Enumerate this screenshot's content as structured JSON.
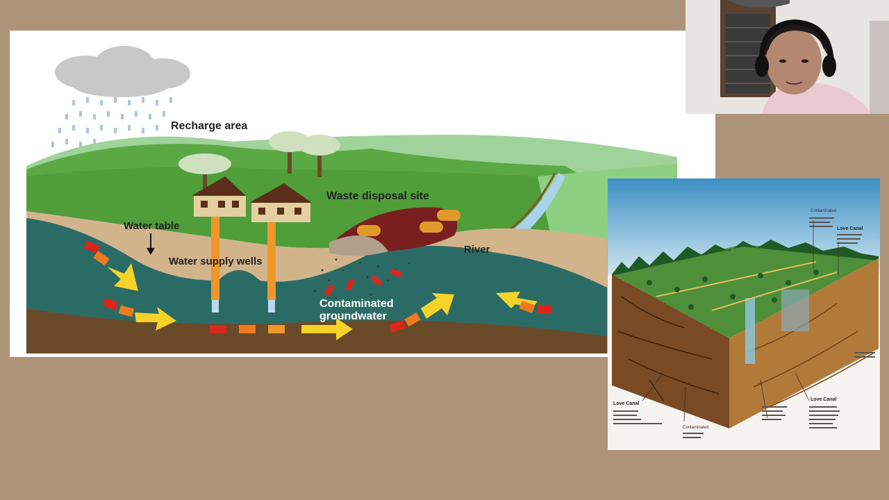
{
  "diagram": {
    "labels": {
      "recharge": "Recharge area",
      "waste": "Waste disposal site",
      "water_table": "Water table",
      "wells": "Water supply wells",
      "river": "River",
      "contaminated_1": "Contaminated",
      "contaminated_2": "groundwater"
    }
  },
  "illustration": {
    "labels": {
      "a1": "Contaminated",
      "a2": "Love Canal",
      "a3": "Love Canal"
    }
  },
  "colors": {
    "background": "#ad9478",
    "aquifer": "#2b6b66",
    "grass": "#4f9e3a",
    "arrow": "#f5d328",
    "contaminant": "#d8261c"
  }
}
